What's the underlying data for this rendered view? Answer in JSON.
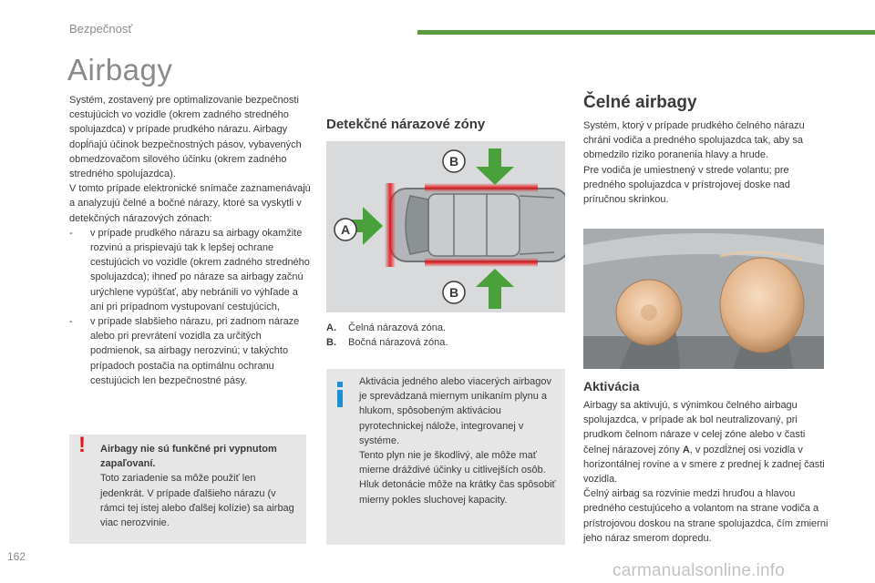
{
  "header": {
    "section": "Bezpečnosť",
    "title": "Airbagy",
    "accent": "#5a9a3c"
  },
  "intro": {
    "para1": "Systém, zostavený pre optimalizovanie bezpečnosti cestujúcich vo vozidle (okrem zadného stredného spolujazdca) v prípade prudkého nárazu. Airbagy dopĺňajú účinok bezpečnostných pásov, vybavených obmedzovačom silového účinku (okrem zadného stredného spolujazdca).",
    "para2": "V tomto prípade elektronické snímače zaznamenávajú a analyzujú čelné a bočné nárazy, ktoré sa vyskytli v detekčných nárazových zónach:",
    "items": [
      {
        "dash": "-",
        "text": "v prípade prudkého nárazu sa airbagy okamžite rozvinú a prispievajú tak k lepšej ochrane cestujúcich vo vozidle (okrem zadného stredného spolujazdca); ihneď po náraze sa airbagy začnú urýchlene vypúšťať, aby nebránili vo výhľade a ani pri prípadnom vystupovaní cestujúcich,"
      },
      {
        "dash": "-",
        "text": "v prípade slabšieho nárazu, pri zadnom náraze alebo pri prevrátení vozidla za určitých podmienok, sa airbagy nerozvinú; v takýchto prípadoch postačia na optimálnu ochranu cestujúcich len bezpečnostné pásy."
      }
    ]
  },
  "warning": {
    "mark": "!",
    "title": "Airbagy nie sú funkčné pri vypnutom zapaľovaní.",
    "text": "Toto zariadenie sa môže použiť len jedenkrát. V prípade ďalšieho nárazu (v rámci tej istej alebo ďalšej kolízie) sa airbag viac nerozvinie.",
    "color": "#e3161b"
  },
  "zones": {
    "heading": "Detekčné nárazové zóny",
    "label_a": "A",
    "label_b_top": "B",
    "label_b_bottom": "B",
    "legend": [
      {
        "key": "A.",
        "text": "Čelná nárazová zóna."
      },
      {
        "key": "B.",
        "text": "Bočná nárazová zóna."
      }
    ]
  },
  "info": {
    "text1": "Aktivácia jedného alebo viacerých airbagov je sprevádzaná miernym unikaním plynu a hlukom, spôsobeným aktiváciou pyrotechnickej nálože, integrovanej v systéme.",
    "text2": "Tento plyn nie je škodlivý, ale môže mať mierne dráždivé účinky u citlivejších osôb.",
    "text3": "Hluk detonácie môže na krátky čas spôsobiť mierny pokles sluchovej kapacity.",
    "color": "#1c8fd0"
  },
  "frontal": {
    "heading": "Čelné airbagy",
    "para1": "Systém, ktorý v prípade prudkého čelného nárazu chráni vodiča a predného spolujazdca tak, aby sa obmedzilo riziko poranenia hlavy a hrude.",
    "para2": "Pre vodiča je umiestnený v strede volantu; pre predného spolujazdca v prístrojovej doske nad príručnou skrinkou."
  },
  "activation": {
    "heading": "Aktivácia",
    "text_pre": "Airbagy sa aktivujú, s výnimkou čelného airbagu spolujazdca, v prípade ak bol neutralizovaný, pri prudkom čelnom náraze v celej zóne alebo v časti čelnej nárazovej zóny ",
    "text_key": "A",
    "text_post": ", v pozdĺžnej osi vozidla v horizontálnej rovine a v smere z prednej k zadnej časti vozidla.",
    "para2": "Čelný airbag sa rozvinie medzi hruďou a hlavou predného cestujúceho a volantom na strane vodiča a prístrojovou doskou na strane spolujazdca, čím zmierni jeho náraz smerom dopredu."
  },
  "footer": {
    "page": "162",
    "watermark": "carmanualsonline.info"
  }
}
